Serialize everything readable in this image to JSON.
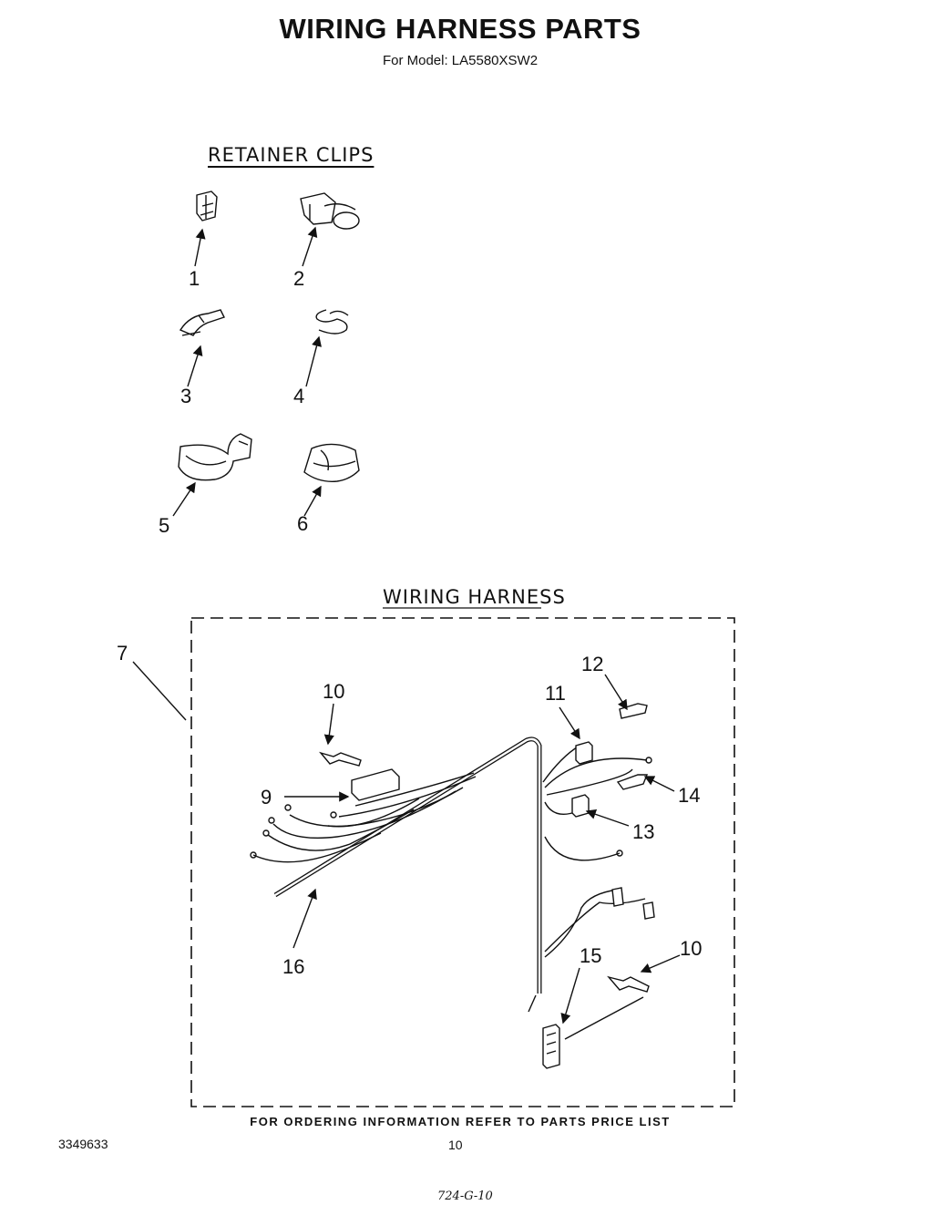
{
  "header": {
    "title": "WIRING HARNESS PARTS",
    "subtitle": "For Model: LA5580XSW2"
  },
  "sections": {
    "retainer_clips": "RETAINER CLIPS",
    "wiring_harness": "WIRING HARNESS"
  },
  "callouts": {
    "c1": "1",
    "c2": "2",
    "c3": "3",
    "c4": "4",
    "c5": "5",
    "c6": "6",
    "c7": "7",
    "c9": "9",
    "c10a": "10",
    "c10b": "10",
    "c11": "11",
    "c12": "12",
    "c13": "13",
    "c14": "14",
    "c15": "15",
    "c16": "16"
  },
  "footer": {
    "note": "FOR ORDERING INFORMATION REFER TO PARTS PRICE LIST",
    "doc_number": "3349633",
    "page_number": "10",
    "handwritten": "724-G-10"
  }
}
